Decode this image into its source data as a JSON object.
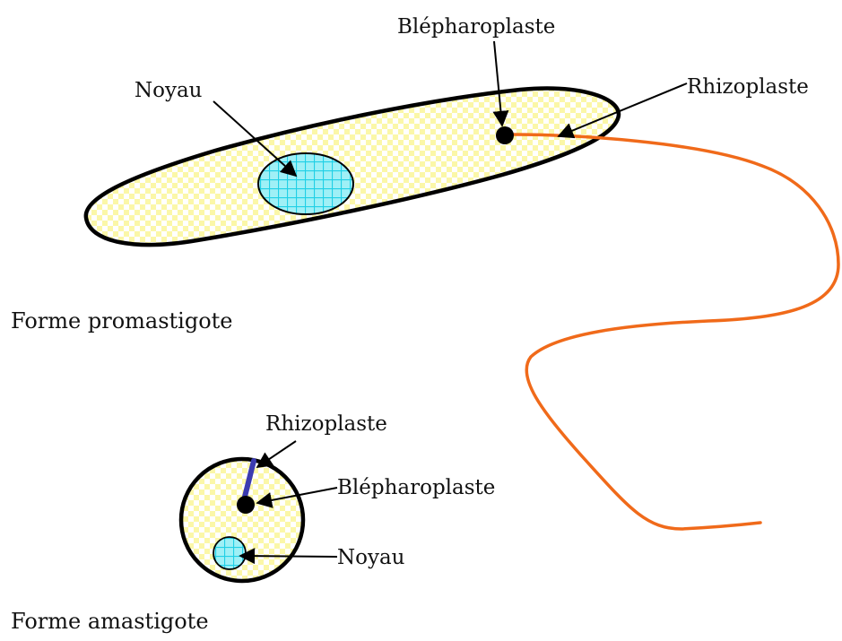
{
  "promastigote": {
    "caption": "Forme promastigote",
    "labels": {
      "noyau": "Noyau",
      "blepharoplaste": "Blépharoplaste",
      "rhizoplaste": "Rhizoplaste"
    }
  },
  "amastigote": {
    "caption": "Forme amastigote",
    "labels": {
      "rhizoplaste": "Rhizoplaste",
      "blepharoplaste": "Blépharoplaste",
      "noyau": "Noyau"
    }
  },
  "colors": {
    "cell_fill": "#fbf7a8",
    "cell_check": "#ffffff",
    "nucleus_fill": "#7fe9f2",
    "nucleus_grid": "#27d3e8",
    "outline": "#000000",
    "flagellum": "#f06a1a",
    "rhizoplaste_amastigote": "#3b3bb0"
  }
}
